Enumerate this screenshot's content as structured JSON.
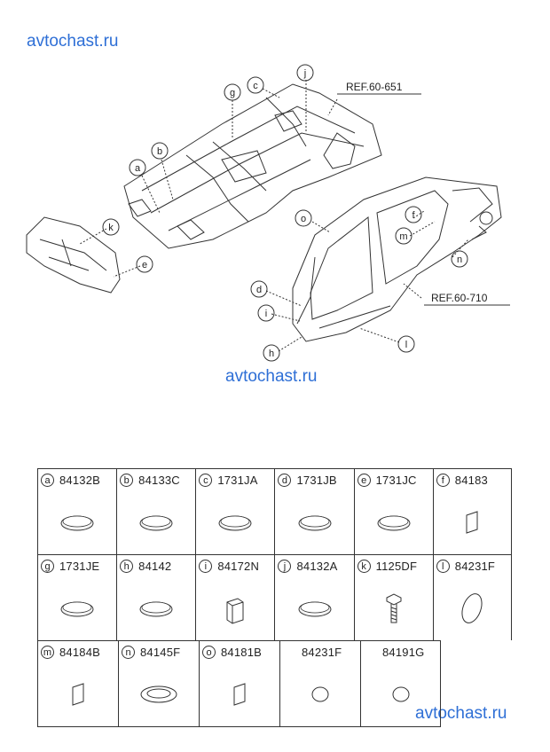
{
  "watermarks": [
    "avtochast.ru",
    "avtochast.ru",
    "avtochast.ru"
  ],
  "diagram": {
    "callouts": [
      "a",
      "b",
      "c",
      "d",
      "e",
      "f",
      "g",
      "h",
      "i",
      "j",
      "k",
      "l",
      "m",
      "n",
      "o"
    ],
    "references": [
      "REF.60-651",
      "REF.60-710"
    ]
  },
  "parts": [
    [
      {
        "letter": "a",
        "code": "84132B",
        "icon": "round-plug-icon"
      },
      {
        "letter": "b",
        "code": "84133C",
        "icon": "round-plug-icon"
      },
      {
        "letter": "c",
        "code": "1731JA",
        "icon": "round-plug-icon"
      },
      {
        "letter": "d",
        "code": "1731JB",
        "icon": "round-plug-icon"
      },
      {
        "letter": "e",
        "code": "1731JC",
        "icon": "round-plug-icon"
      },
      {
        "letter": "f",
        "code": "84183",
        "icon": "pad-icon"
      }
    ],
    [
      {
        "letter": "g",
        "code": "1731JE",
        "icon": "round-plug-icon"
      },
      {
        "letter": "h",
        "code": "84142",
        "icon": "round-plug-icon"
      },
      {
        "letter": "i",
        "code": "84172N",
        "icon": "foam-block-icon"
      },
      {
        "letter": "j",
        "code": "84132A",
        "icon": "round-plug-icon"
      },
      {
        "letter": "k",
        "code": "1125DF",
        "icon": "bolt-icon"
      },
      {
        "letter": "l",
        "code": "84231F",
        "icon": "oval-pad-icon"
      }
    ],
    [
      {
        "letter": "m",
        "code": "84184B",
        "icon": "pad-icon"
      },
      {
        "letter": "n",
        "code": "84145F",
        "icon": "ring-plug-icon"
      },
      {
        "letter": "o",
        "code": "84181B",
        "icon": "pad-icon"
      },
      {
        "letter": "",
        "code": "84231F",
        "icon": "circle-pad-icon"
      },
      {
        "letter": "",
        "code": "84191G",
        "icon": "circle-pad-icon"
      }
    ]
  ]
}
